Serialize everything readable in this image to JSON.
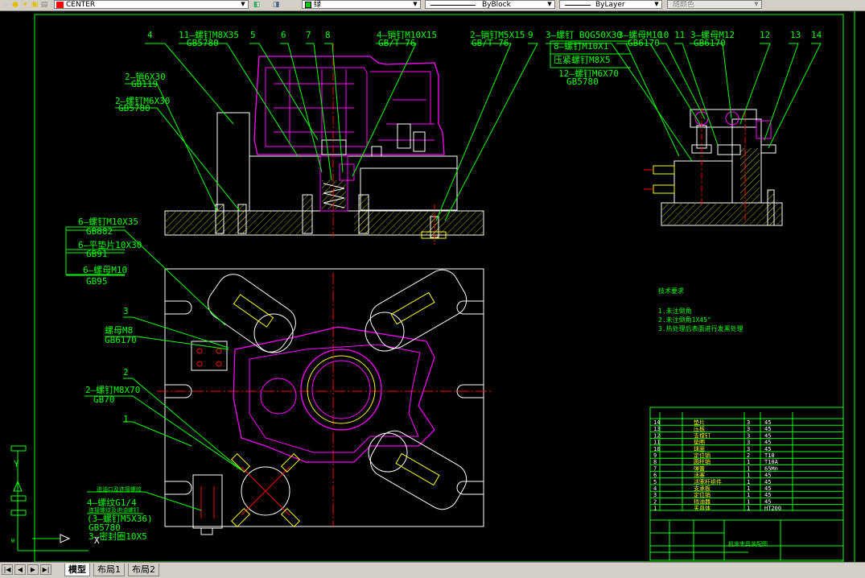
{
  "toolbar": {
    "linetype_value": "CENTER",
    "color_value": "绿",
    "linetype2_value": "ByBlock",
    "lineweight_value": "ByLayer",
    "plotstyle_value": "随颜色"
  },
  "tabs": [
    {
      "label": "模型",
      "active": true
    },
    {
      "label": "布局1",
      "active": false
    },
    {
      "label": "布局2",
      "active": false
    }
  ],
  "callouts_top": {
    "n4": "4",
    "n11": "11—螺钉M8X35",
    "n11b": "GB5780",
    "n5": "5",
    "n6": "6",
    "n7": "7",
    "n8": "8",
    "pin1": "4—销钉M10X15",
    "pin1b": "GB/T 76",
    "pin2": "2—销钉M5X15",
    "pin2b": "GB/T 76",
    "n9": "9",
    "bolt": "3—螺钉 BQG50X30",
    "bolt_b": "8—螺钉M10X1",
    "bolt_c": "压紧螺钉M8X5",
    "bolt_d": "12—螺钉M6X70",
    "bolt_e": "GB5780",
    "m10": "3—螺母M10",
    "m10b": "GB6170",
    "n10": "10",
    "n11r": "11",
    "m12": "3—螺母M12",
    "m12b": "GB6170",
    "n12": "12",
    "n13": "13",
    "n14": "14",
    "l1": "2—销6X30",
    "l1b": "GB119",
    "l2": "2—螺钉M6X30",
    "l2b": "GB5780"
  },
  "callouts_left": {
    "a1": "6—螺钉M10X35",
    "a1b": "GB882",
    "a2": "6—平垫片10X30",
    "a2b": "GB91",
    "a3": "6—螺母M10",
    "a3b": "GB95",
    "n3": "3",
    "nut8": "螺母M8",
    "nut8b": "GB6170",
    "n2": "2",
    "s1": "2—螺钉M8X70",
    "s1b": "GB70",
    "n1": "1",
    "h1": "进油口及连接螺纹",
    "h2": "4—螺纹G1/4",
    "h3": "连接螺纹及进油螺钉",
    "h4": "(3—螺钉M5X36)",
    "h5": "GB5780",
    "h6": "3—密封圈10X5"
  },
  "notes": {
    "title": "技术要求",
    "line1": "1.未注倒角",
    "line2": "2.未注倒角1X45°",
    "line3": "3.热处理后表面进行发黑处理"
  },
  "bom": [
    {
      "no": "14",
      "name": "垫片",
      "qty": "3",
      "mat": "45"
    },
    {
      "no": "13",
      "name": "压板",
      "qty": "3",
      "mat": "45"
    },
    {
      "no": "12",
      "name": "支撑钉",
      "qty": "3",
      "mat": "45"
    },
    {
      "no": "11",
      "name": "垫圈",
      "qty": "3",
      "mat": "45"
    },
    {
      "no": "10",
      "name": "球面",
      "qty": "3",
      "mat": "45"
    },
    {
      "no": "9",
      "name": "定位销",
      "qty": "2",
      "mat": "T10"
    },
    {
      "no": "8",
      "name": "圆柱销",
      "qty": "1",
      "mat": "T10A"
    },
    {
      "no": "7",
      "name": "弹簧",
      "qty": "1",
      "mat": "65Mn"
    },
    {
      "no": "6",
      "name": "活塞",
      "qty": "1",
      "mat": "45"
    },
    {
      "no": "5",
      "name": "活塞杆组件",
      "qty": "1",
      "mat": "45"
    },
    {
      "no": "4",
      "name": "支承板",
      "qty": "1",
      "mat": "45"
    },
    {
      "no": "3",
      "name": "定位销",
      "qty": "1",
      "mat": "45"
    },
    {
      "no": "2",
      "name": "挡油器",
      "qty": "1",
      "mat": "45"
    },
    {
      "no": "1",
      "name": "夹具体",
      "qty": "1",
      "mat": "HT200"
    }
  ],
  "title_block": {
    "name": "机床夹具装配图"
  },
  "ucs": {
    "x_label": "X",
    "y_label": "Y",
    "w_label": "W"
  },
  "colors": {
    "background": "#000000",
    "green": "#00ff00",
    "magenta": "#ff00ff",
    "white": "#ffffff",
    "red": "#ff0000",
    "yellow": "#ffff00"
  }
}
